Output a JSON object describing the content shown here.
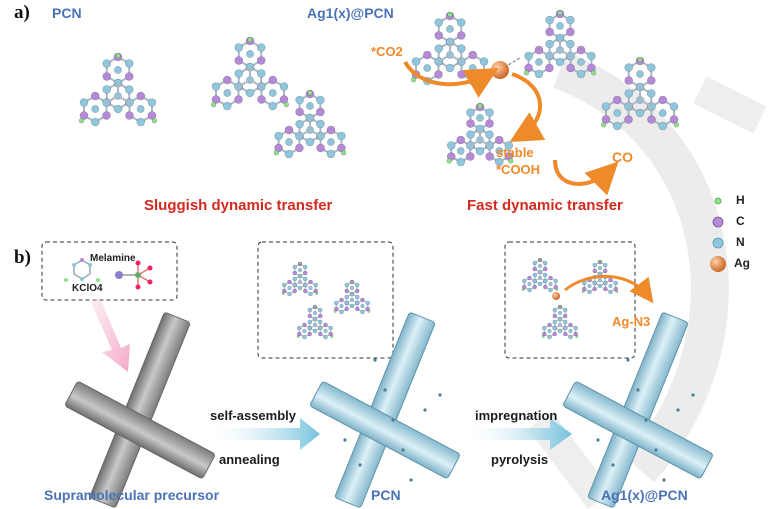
{
  "panel_a": {
    "label": "a)",
    "pcn_title": "PCN",
    "ag_title": "Ag1(x)@PCN",
    "co2_label": "*CO2",
    "stable_label": "stable",
    "cooh_label": "*COOH",
    "co_label": "CO",
    "sluggish": "Sluggish dynamic transfer",
    "fast": "Fast dynamic transfer"
  },
  "legend": {
    "items": [
      {
        "symbol": "H",
        "color": "#8fe08a"
      },
      {
        "symbol": "C",
        "color": "#b489d6"
      },
      {
        "symbol": "N",
        "color": "#8fc6dc"
      },
      {
        "symbol": "Ag",
        "color": "#e5823a"
      }
    ]
  },
  "panel_b": {
    "label": "b)",
    "melamine": "Melamine",
    "kclo4": "KClO4",
    "step1_top": "self-assembly",
    "step1_bottom": "annealing",
    "step2_top": "impregnation",
    "step2_bottom": "pyrolysis",
    "ag_n3": "Ag-N3",
    "cap_precursor": "Supramolecular precursor",
    "cap_pcn": "PCN",
    "cap_ag": "Ag1(x)@PCN"
  },
  "colors": {
    "carbon": "#b489d6",
    "nitrogen": "#8fc6dc",
    "hydrogen": "#8fe08a",
    "silver": "#e5823a",
    "caption_blue": "#4a72b6",
    "title_red": "#d42a1e",
    "arrow_orange": "#ee8a2a",
    "rod_gray": "#9a9a9a",
    "rod_blue": "#b8dbe8",
    "flow_arrow": "#7ec8e0"
  }
}
